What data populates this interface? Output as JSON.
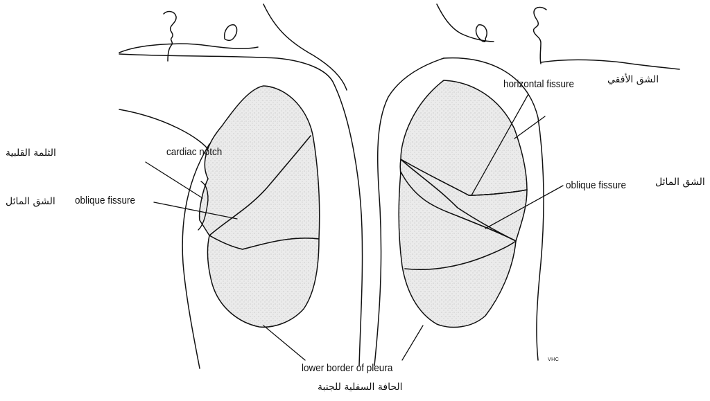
{
  "labels": {
    "cardiac_notch": {
      "en": "cardiac notch",
      "ar": "الثلمة القلبية"
    },
    "oblique_fissure_left": {
      "en": "oblique fissure",
      "ar": "الشق المائل"
    },
    "horizontal_fissure": {
      "en": "horizontal fissure",
      "ar": "الشق الأفقي"
    },
    "oblique_fissure_right": {
      "en": "oblique fissure",
      "ar": "الشق المائل"
    },
    "lower_border_of_pleura": {
      "en": "lower border of pleura",
      "ar": "الحافة السفلية للجنبة"
    }
  },
  "artist_mark": "VHC",
  "colors": {
    "line": "#111111",
    "lung_fill": "#e6e6e6",
    "background": "#ffffff"
  }
}
